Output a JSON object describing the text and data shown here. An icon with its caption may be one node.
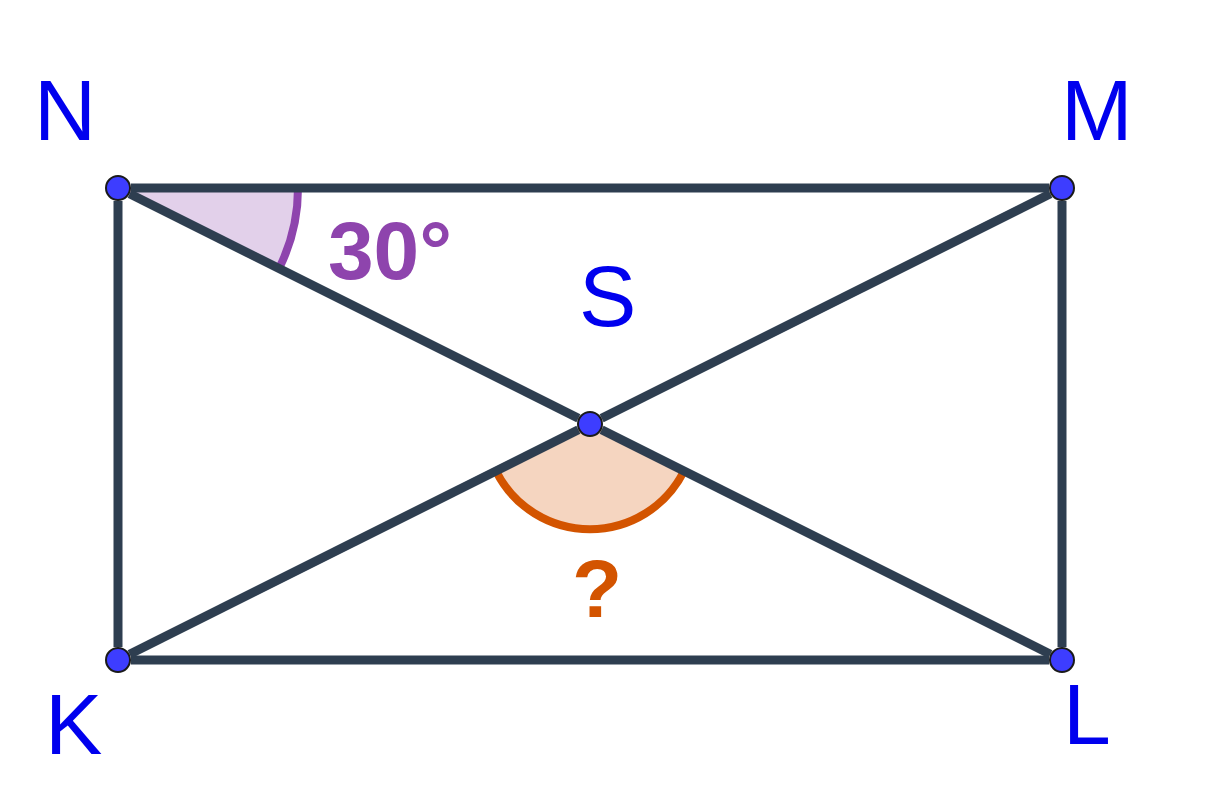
{
  "diagram": {
    "nodes": [
      {
        "text": [
          "N"
        ]
      },
      {
        "text": [
          "M"
        ]
      },
      {
        "text": [
          "S"
        ]
      },
      {
        "text": [
          "K"
        ]
      },
      {
        "text": [
          "L"
        ]
      }
    ],
    "edges": [
      {
        "from": 0,
        "to": 1,
        "arrow": "none"
      },
      {
        "from": 1,
        "to": 4,
        "arrow": "none"
      },
      {
        "from": 4,
        "to": 3,
        "arrow": "none"
      },
      {
        "from": 3,
        "to": 0,
        "arrow": "none"
      },
      {
        "from": 0,
        "to": 2,
        "arrow": "none"
      },
      {
        "from": 2,
        "to": 4,
        "arrow": "none"
      },
      {
        "from": 1,
        "to": 2,
        "arrow": "none"
      },
      {
        "from": 2,
        "to": 3,
        "arrow": "none"
      }
    ],
    "labels": [
      "30°",
      "?"
    ]
  }
}
